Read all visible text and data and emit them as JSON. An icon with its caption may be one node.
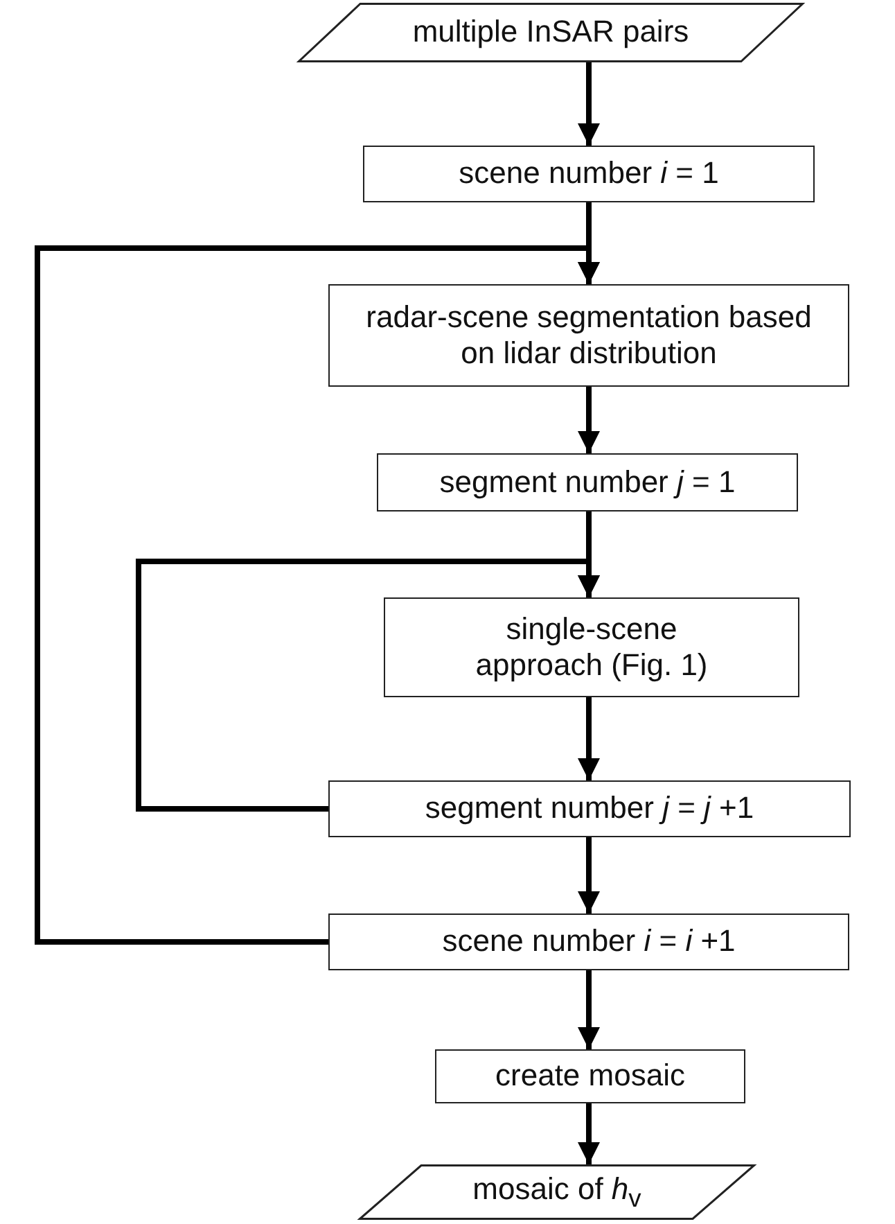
{
  "diagram": {
    "nodes": [
      {
        "text": [
          "multiple InSAR pairs"
        ]
      },
      {
        "text": [
          "scene number *i* = 1"
        ]
      },
      {
        "text": [
          "radar-scene segmentation based on lidar distribution"
        ]
      },
      {
        "text": [
          "segment number *j* = 1"
        ]
      },
      {
        "text": [
          "single-scene approach (Fig. 1)"
        ]
      },
      {
        "text": [
          "segment number *j* = *j* +1"
        ]
      },
      {
        "text": [
          "scene number *i* = *i* +1"
        ]
      },
      {
        "text": [
          "create mosaic"
        ]
      },
      {
        "text": [
          "mosaic of *h*$_{v}$"
        ]
      }
    ],
    "edges": [
      {
        "from": 0,
        "to": 1,
        "arrow": "to"
      },
      {
        "from": 1,
        "to": 2,
        "arrow": "to"
      },
      {
        "from": 2,
        "to": 3,
        "arrow": "to"
      },
      {
        "from": 3,
        "to": 4,
        "arrow": "to"
      },
      {
        "from": 4,
        "to": 5,
        "arrow": "to"
      },
      {
        "from": 5,
        "to": 6,
        "arrow": "to"
      },
      {
        "from": 6,
        "to": 7,
        "arrow": "to"
      },
      {
        "from": 7,
        "to": 8,
        "arrow": "to"
      },
      {
        "from": 5,
        "to": 4,
        "arrow": "to"
      },
      {
        "from": 6,
        "to": 2,
        "arrow": "to"
      }
    ]
  }
}
